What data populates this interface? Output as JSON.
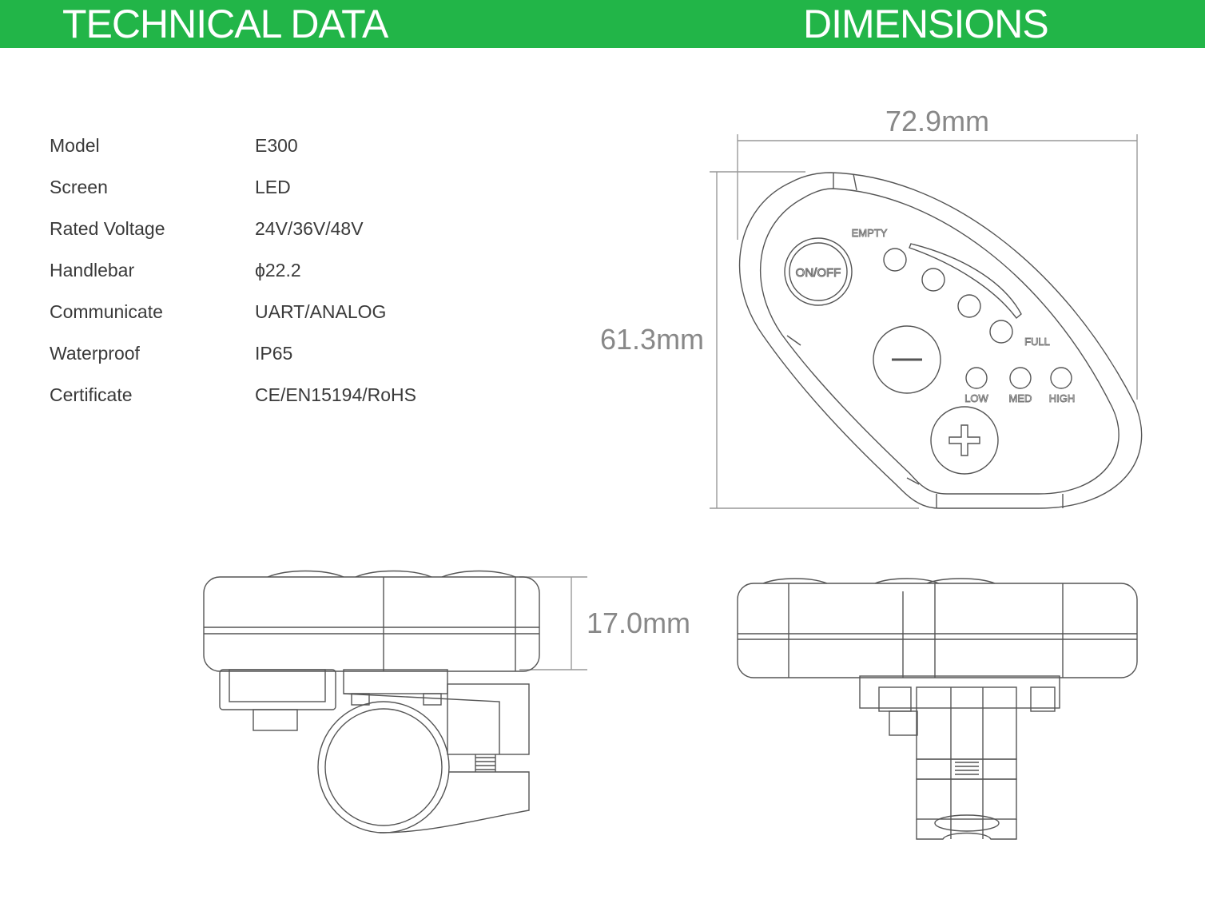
{
  "header": {
    "left_title": "TECHNICAL DATA",
    "right_title": "DIMENSIONS",
    "color": "#22b548"
  },
  "specs": [
    {
      "label": "Model",
      "value": "E300"
    },
    {
      "label": "Screen",
      "value": "LED"
    },
    {
      "label": "Rated Voltage",
      "value": "24V/36V/48V"
    },
    {
      "label": "Handlebar",
      "value": "ϕ22.2"
    },
    {
      "label": "Communicate",
      "value": "UART/ANALOG"
    },
    {
      "label": "Waterproof",
      "value": "IP65"
    },
    {
      "label": "Certificate",
      "value": "CE/EN15194/RoHS"
    }
  ],
  "dimensions": {
    "width": "72.9mm",
    "height": "61.3mm",
    "depth": "17.0mm"
  },
  "device_labels": {
    "power": "ON/OFF",
    "empty": "EMPTY",
    "full": "FULL",
    "low": "LOW",
    "med": "MED",
    "high": "HIGH"
  }
}
